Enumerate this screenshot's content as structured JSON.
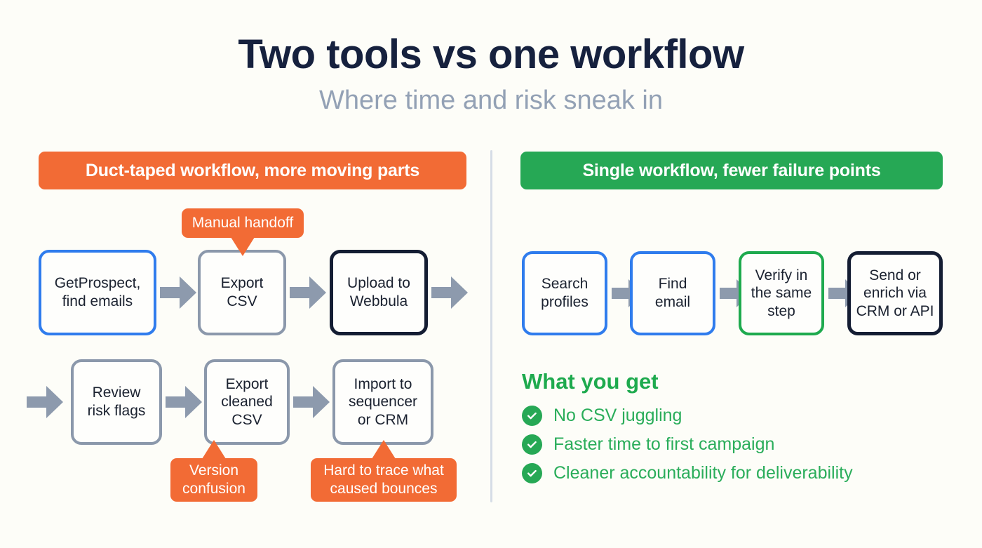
{
  "header": {
    "title": "Two tools vs one workflow",
    "subtitle": "Where time and risk sneak in"
  },
  "colors": {
    "background": "#fdfdf8",
    "title": "#16213e",
    "subtitle": "#93a1b5",
    "orange": "#f26b35",
    "green": "#26a855",
    "blue": "#2f7ced",
    "gray": "#8b98ab",
    "dark": "#141d33",
    "arrow": "#8d9aad",
    "divider": "#d6dde6"
  },
  "left_panel": {
    "banner": "Duct-taped workflow, more moving parts",
    "row1": [
      {
        "label": "GetProspect,\nfind emails",
        "border": "blue"
      },
      {
        "label": "Export\nCSV",
        "border": "gray"
      },
      {
        "label": "Upload to\nWebbula",
        "border": "dark"
      }
    ],
    "row2": [
      {
        "label": "Review\nrisk flags",
        "border": "gray"
      },
      {
        "label": "Export\ncleaned\nCSV",
        "border": "gray"
      },
      {
        "label": "Import to\nsequencer\nor CRM",
        "border": "gray"
      }
    ],
    "callouts": [
      {
        "label": "Manual handoff",
        "direction": "down"
      },
      {
        "label": "Version\nconfusion",
        "direction": "up"
      },
      {
        "label": "Hard to trace what\ncaused bounces",
        "direction": "up"
      }
    ]
  },
  "right_panel": {
    "banner": "Single workflow, fewer failure points",
    "steps": [
      {
        "label": "Search\nprofiles",
        "border": "blue"
      },
      {
        "label": "Find\nemail",
        "border": "blue"
      },
      {
        "label": "Verify in\nthe same\nstep",
        "border": "green"
      },
      {
        "label": "Send or\nenrich via\nCRM or API",
        "border": "dark"
      }
    ],
    "benefits_title": "What you get",
    "benefits": [
      "No CSV juggling",
      "Faster time to first campaign",
      "Cleaner accountability for deliverability"
    ]
  }
}
